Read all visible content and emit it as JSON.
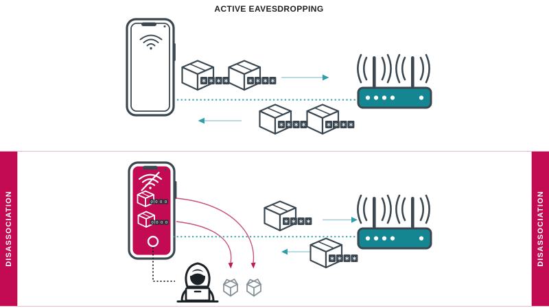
{
  "diagram": {
    "title": "ACTIVE EAVESDROPPING"
  },
  "panel": {
    "left_label": "DISASSOCIATION",
    "right_label": "DISASSOCIATION"
  },
  "glyphs": {
    "encrypted_packet": "∗",
    "intercepted_packet": "0"
  },
  "colors": {
    "crimson_accent": "#c20b52",
    "router_teal": "#148691",
    "signal_teal": "#46a8b2",
    "outline_slate": "#3b4750",
    "panel_border_pink": "#e7b9c9"
  },
  "icons": {
    "wifi_icon": "wifi signal arcs",
    "wifi_off_icon": "wifi arcs with slash",
    "router_icon": "wireless router with two antennas",
    "package_icon": "sealed parcel box with encrypted data squares",
    "open_package_icon": "empty open parcel box",
    "hacker_icon": "hooded person at laptop",
    "smartphone_icon": "smartphone"
  }
}
